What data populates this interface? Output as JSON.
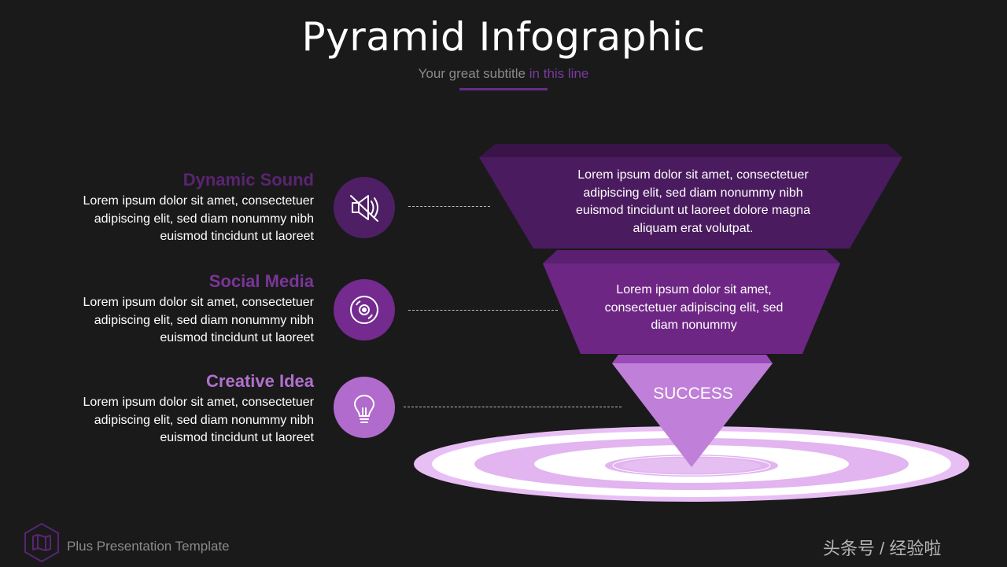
{
  "header": {
    "title": "Pyramid Infographic",
    "subtitle_plain": "Your great subtitle",
    "subtitle_accent": "in this line"
  },
  "items": [
    {
      "heading": "Dynamic Sound",
      "heading_color": "#5a2470",
      "body": "Lorem ipsum dolor sit amet, consectetuer adipiscing elit, sed diam nonummy nibh euismod tincidunt ut laoreet",
      "icon": "speaker-icon",
      "circle_color": "#4f1f66"
    },
    {
      "heading": "Social Media",
      "heading_color": "#7a3598",
      "body": "Lorem ipsum dolor sit amet, consectetuer adipiscing elit, sed diam nonummy nibh euismod tincidunt ut laoreet",
      "icon": "disc-icon",
      "circle_color": "#742a8e"
    },
    {
      "heading": "Creative Idea",
      "heading_color": "#b070cc",
      "body": "Lorem ipsum dolor sit amet, consectetuer adipiscing elit, sed diam nonummy nibh euismod tincidunt ut laoreet",
      "icon": "lightbulb-icon",
      "circle_color": "#b06bcc"
    }
  ],
  "funnel": {
    "tier1_text": "Lorem ipsum dolor sit amet, consectetuer adipiscing elit, sed diam nonummy nibh euismod tincidunt ut laoreet dolore magna aliquam erat volutpat.",
    "tier2_text": "Lorem ipsum dolor sit amet, consectetuer adipiscing elit, sed diam nonummy",
    "tier3_text": "SUCCESS",
    "colors": [
      "#4a1b5e",
      "#6e2684",
      "#c07fd8"
    ],
    "target_colors": [
      "#e6b6f2",
      "#ffffff",
      "#e2b4f0"
    ]
  },
  "footer": {
    "text": "Plus Presentation Template",
    "logo_icon": "map-icon"
  },
  "watermark": {
    "text": "头条号 / 经验啦"
  }
}
